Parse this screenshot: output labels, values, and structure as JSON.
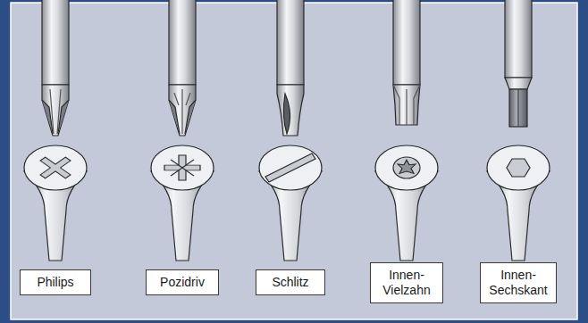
{
  "diagram": {
    "nodes": [
      {
        "text": [
          "Philips"
        ]
      },
      {
        "text": [
          "Pozidriv"
        ]
      },
      {
        "text": [
          "Schlitz"
        ]
      },
      {
        "text": [
          "Innen- Vielzahn"
        ]
      },
      {
        "text": [
          "Innen- Sechskant"
        ]
      }
    ]
  }
}
